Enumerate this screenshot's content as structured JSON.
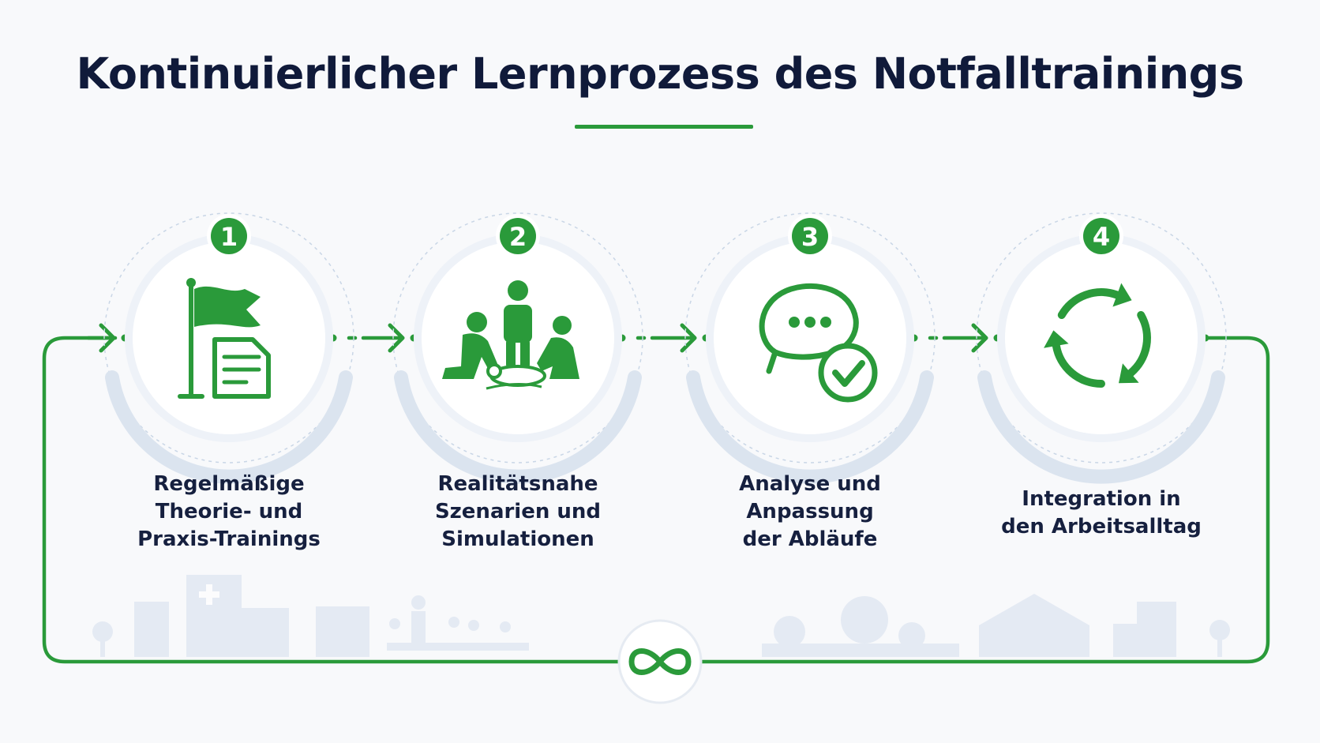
{
  "title": "Kontinuierlicher Lernprozess des Notfalltrainings",
  "colors": {
    "accent": "#2a9a3a",
    "title": "#101a3a",
    "ring": "#dbe4ef",
    "skyline": "#e3eaf3"
  },
  "steps": [
    {
      "number": "1",
      "label": "Regelmäßige\nTheorie- und\nPraxis-Trainings",
      "icon": "flag-document-icon"
    },
    {
      "number": "2",
      "label": "Realitätsnahe\nSzenarien und\nSimulationen",
      "icon": "first-aid-simulation-icon"
    },
    {
      "number": "3",
      "label": "Analyse und\nAnpassung\nder Abläufe",
      "icon": "chat-check-icon"
    },
    {
      "number": "4",
      "label": "Integration in\nden Arbeitsalltag",
      "icon": "cycle-arrows-icon"
    }
  ],
  "loop_icon": "infinity-icon"
}
